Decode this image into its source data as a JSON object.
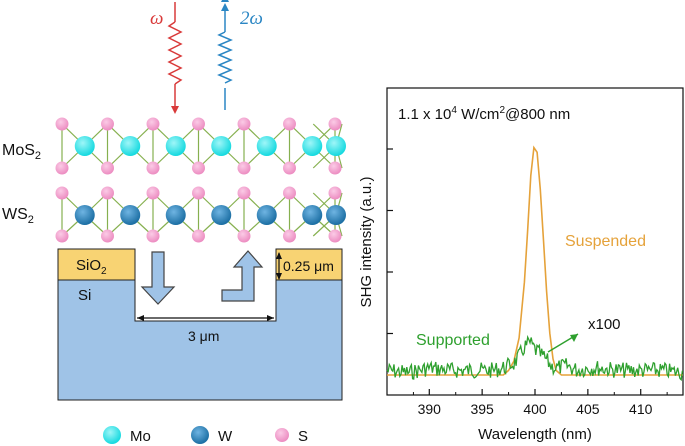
{
  "schematic": {
    "incident_label": "ω",
    "sh_label": "2ω",
    "layer_top_main": "MoS",
    "layer_top_sub": "2",
    "layer_bottom_main": "WS",
    "layer_bottom_sub": "2",
    "substrate_oxide_main": "SiO",
    "substrate_oxide_sub": "2",
    "substrate_si": "Si",
    "oxide_thickness": "0.25 μm",
    "trench_width": "3 μm",
    "colors": {
      "incident": "#d93a3a",
      "sh": "#2a86c4",
      "mo": "#19e3e8",
      "w": "#1f7fb8",
      "s": "#f29ccd",
      "bond": "#86b04f",
      "sio2": "#f8d373",
      "si": "#9fc3e7"
    }
  },
  "legend": {
    "items": [
      {
        "label": "Mo",
        "color": "#19e3e8"
      },
      {
        "label": "W",
        "color": "#1f7fb8"
      },
      {
        "label": "S",
        "color": "#f29ccd"
      }
    ]
  },
  "spectrum": {
    "header_a": "1.1 x 10",
    "header_exp": "4",
    "header_b": " W/cm",
    "header_exp2": "2",
    "header_c": "@800 nm",
    "annotation_suspended": "Suspended",
    "annotation_supported": "Supported",
    "annotation_scale": "x100"
  },
  "chart_data": {
    "type": "line",
    "xlabel": "Wavelength (nm)",
    "ylabel": "SHG intensity (a.u.)",
    "xlim": [
      386,
      414
    ],
    "x_ticks": [
      390,
      395,
      400,
      405,
      410
    ],
    "grid": false,
    "series": [
      {
        "name": "Suspended",
        "color": "#e5a23a",
        "x": [
          386,
          397,
          397.5,
          398,
          398.5,
          399,
          399.3,
          399.6,
          399.9,
          400.2,
          400.5,
          400.8,
          401.1,
          401.4,
          401.7,
          402,
          402.5,
          414
        ],
        "y": [
          0.0,
          0.0,
          0.02,
          0.06,
          0.16,
          0.4,
          0.62,
          0.86,
          0.98,
          0.96,
          0.8,
          0.58,
          0.36,
          0.18,
          0.07,
          0.02,
          0.0,
          0.0
        ]
      },
      {
        "name": "Supported",
        "color": "#2ea02e",
        "x": [
          386,
          388,
          390,
          392,
          394,
          396,
          397,
          398,
          398.5,
          399,
          399.5,
          400,
          400.5,
          401,
          401.5,
          402,
          403,
          404,
          405,
          406,
          408,
          410,
          412,
          414
        ],
        "y": [
          0.02,
          0.01,
          0.03,
          0.02,
          0.02,
          0.02,
          0.03,
          0.05,
          0.08,
          0.12,
          0.14,
          0.11,
          0.09,
          0.07,
          0.04,
          0.03,
          0.04,
          0.02,
          0.03,
          0.03,
          0.02,
          0.02,
          0.02,
          0.01
        ]
      }
    ]
  }
}
